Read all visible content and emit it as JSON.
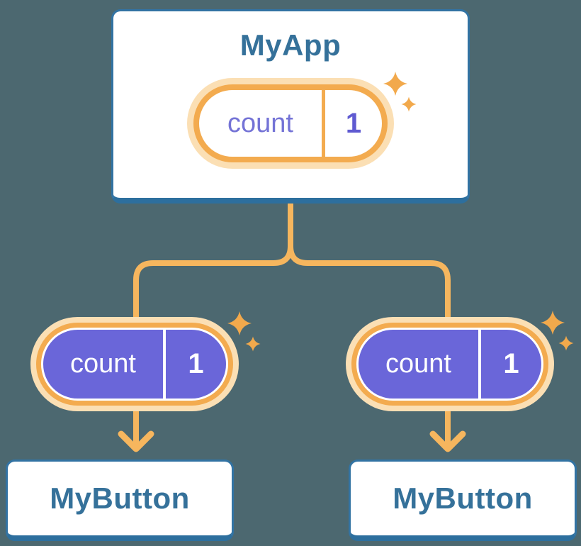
{
  "diagram": {
    "root": {
      "title": "MyApp",
      "state": {
        "name": "count",
        "value": "1"
      }
    },
    "children": [
      {
        "title": "MyButton",
        "state": {
          "name": "count",
          "value": "1"
        }
      },
      {
        "title": "MyButton",
        "state": {
          "name": "count",
          "value": "1"
        }
      }
    ]
  },
  "colors": {
    "background": "#4c6870",
    "card_border": "#3273a3",
    "card_border_bottom": "#2d6f9e",
    "card_text": "#35719a",
    "pill_ring_orange": "#f3ab4f",
    "pill_halo_peach": "#fbdfb4",
    "pill_fill_purple": "#6a66d9",
    "state_name_purple": "#7473d6",
    "state_value_purple": "#5f5ad1",
    "connector_orange": "#f6b65e",
    "sparkle_orange": "#f2a94c"
  }
}
